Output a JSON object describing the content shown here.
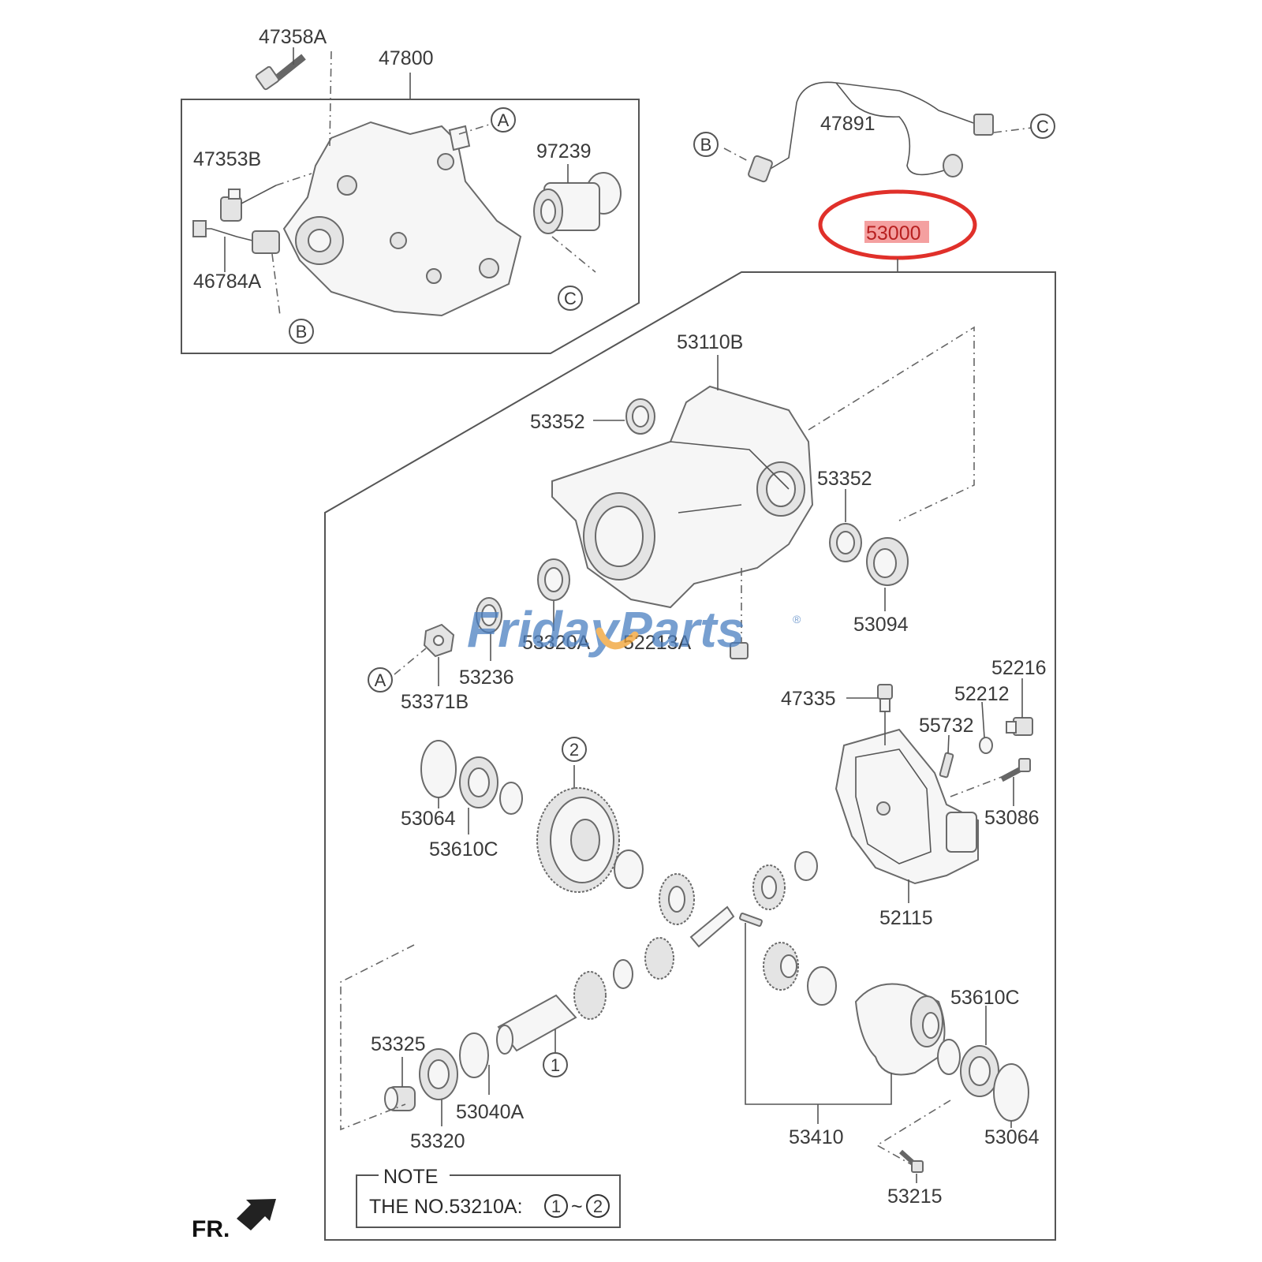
{
  "part_labels": {
    "p47358A": "47358A",
    "p47800": "47800",
    "p47353B": "47353B",
    "p97239": "97239",
    "p46784A": "46784A",
    "p47891": "47891",
    "p53000": "53000",
    "p53110B": "53110B",
    "p53352a": "53352",
    "p53352b": "53352",
    "p53094": "53094",
    "p53320A": "53320A",
    "p52213A": "52213A",
    "p53236": "53236",
    "p53371B": "53371B",
    "p47335": "47335",
    "p52216": "52216",
    "p52212": "52212",
    "p55732": "55732",
    "p53086": "53086",
    "p52115": "52115",
    "p53064a": "53064",
    "p53610Ca": "53610C",
    "p53325": "53325",
    "p53040A": "53040A",
    "p53320": "53320",
    "p53610Cb": "53610C",
    "p53410": "53410",
    "p53064b": "53064",
    "p53215": "53215"
  },
  "callouts": {
    "A": "A",
    "B": "B",
    "C": "C",
    "one": "1",
    "two": "2"
  },
  "note": {
    "title": "NOTE",
    "text": "THE NO.53210A:",
    "range_start": "1",
    "range_sep": "~",
    "range_end": "2"
  },
  "direction": {
    "label": "FR."
  },
  "watermark": {
    "brand": "FridayParts",
    "registered": "®"
  },
  "colors": {
    "highlight": "#e0302a",
    "highlight_fill": "#f4a0a0",
    "watermark_blue": "#4a7fc1",
    "watermark_orange": "#f0a030"
  }
}
